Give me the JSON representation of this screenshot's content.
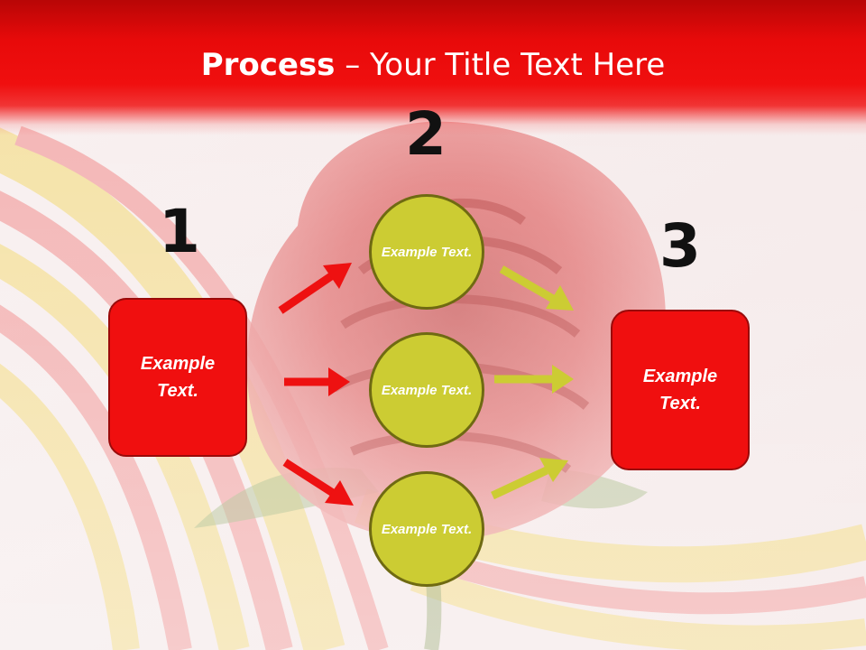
{
  "title": {
    "bold": "Process",
    "rest": " – Your Title Text Here"
  },
  "steps": {
    "one": "1",
    "two": "2",
    "three": "3"
  },
  "input_box": {
    "text": "Example Text."
  },
  "middle_circles": [
    {
      "text": "Example Text."
    },
    {
      "text": "Example Text."
    },
    {
      "text": "Example Text."
    }
  ],
  "output_box": {
    "text": "Example Text."
  },
  "colors": {
    "title_bar": "#e80a0a",
    "box_fill": "#f00f0f",
    "circle_fill": "#cccc33",
    "red_arrow": "#ee1111",
    "yellow_arrow": "#cccc33"
  },
  "background_image": "red-rose-photo"
}
